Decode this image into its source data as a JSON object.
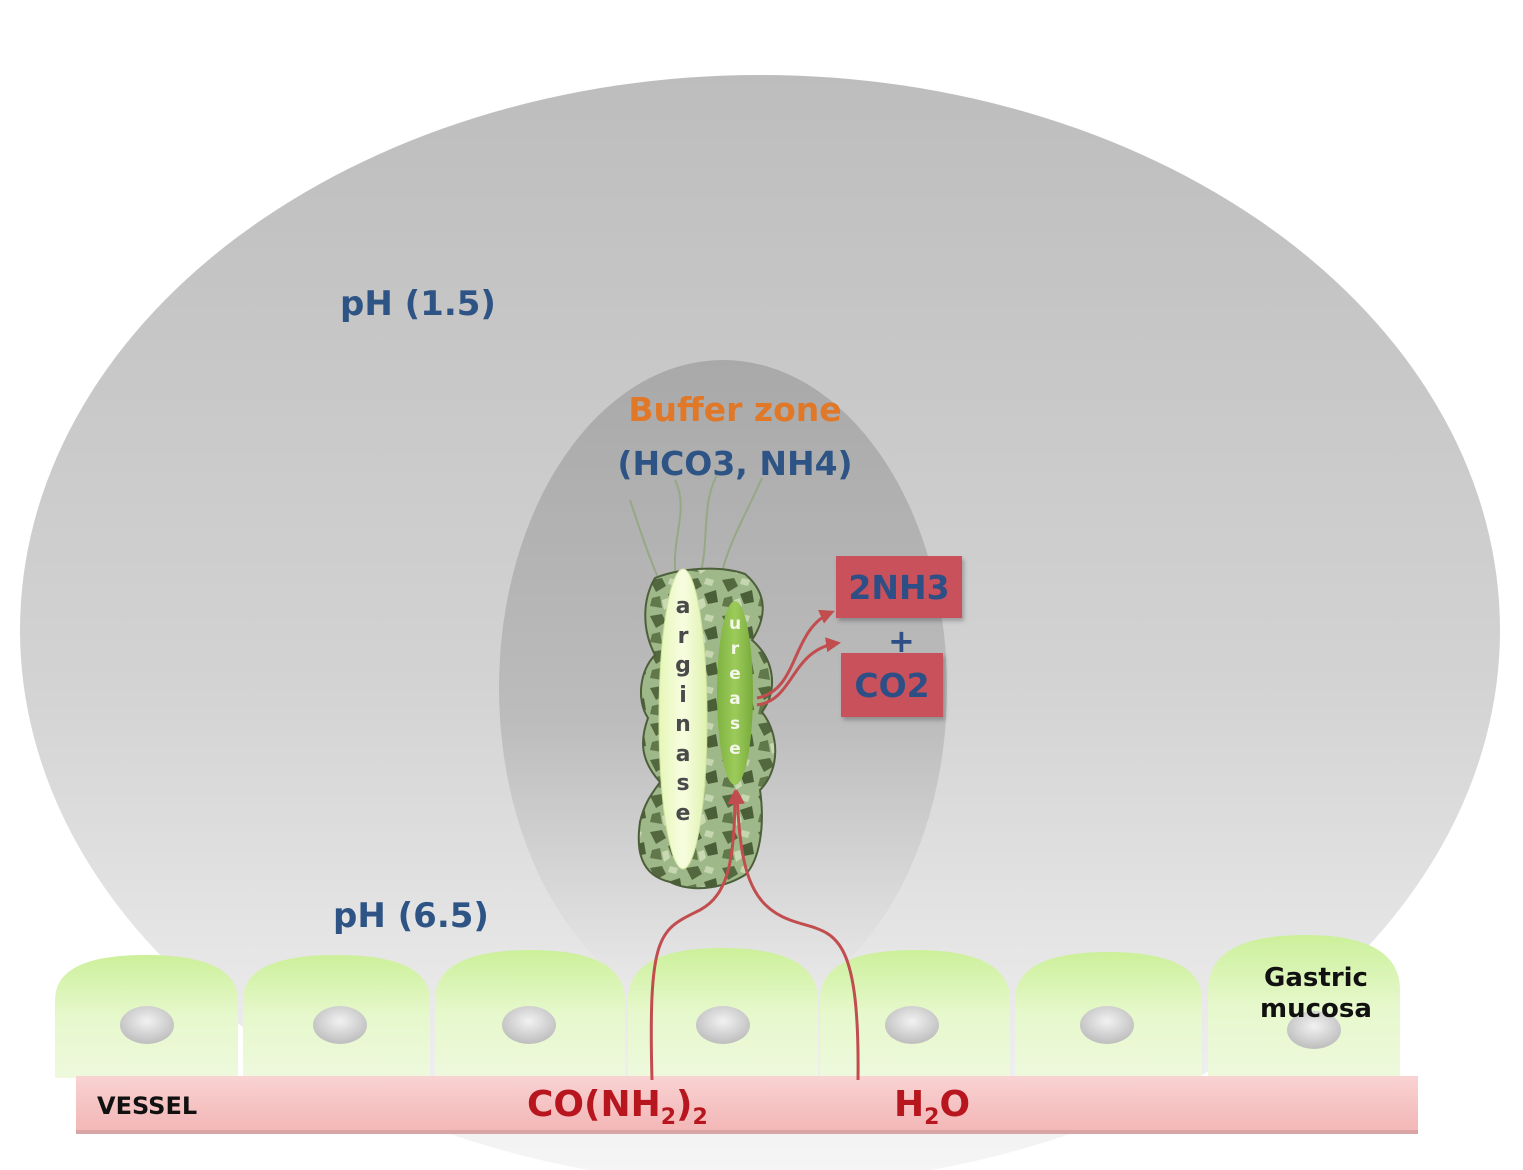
{
  "labels": {
    "ph_top": "pH (1.5)",
    "ph_bottom": "pH (6.5)",
    "buffer_title": "Buffer zone",
    "buffer_sub": "(HCO3, NH4)",
    "product1": "2NH3",
    "plus": "+",
    "product2": "CO2",
    "arginase": [
      "a",
      "r",
      "g",
      "i",
      "n",
      "a",
      "s",
      "e"
    ],
    "urease": [
      "u",
      "r",
      "e",
      "a",
      "s",
      "e"
    ],
    "vessel": "VESSEL",
    "mucosa_line1": "Gastric",
    "mucosa_line2": "mucosa",
    "urea_main": "CO(NH",
    "urea_sub": "2",
    "urea_close": ")",
    "urea_sub2": "2",
    "water_h": "H",
    "water_sub": "2",
    "water_o": "O"
  },
  "colors": {
    "ph_text": "#2e5485",
    "buffer_title": "#e07828",
    "reaction_arrow": "#c24d4f",
    "product_box": "#c9515b",
    "chemical_text": "#b8161e",
    "cell_fill": "#e2f5c2",
    "vessel_fill": "#f7c8c8"
  }
}
